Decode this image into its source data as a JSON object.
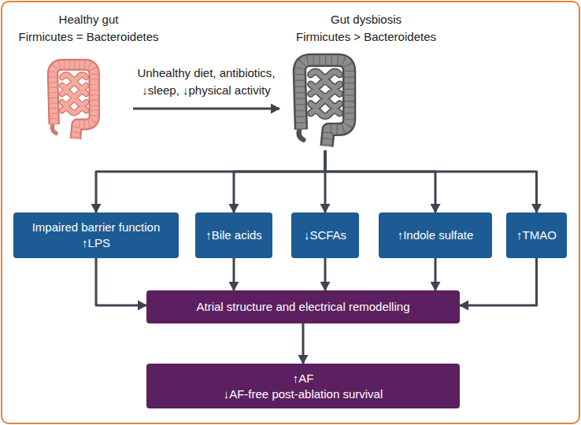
{
  "diagram": {
    "nodes": [
      {
        "text": [
          "Healthy gut",
          "Firmicutes = Bacteroidetes"
        ]
      },
      {
        "text": [
          "Gut dysbiosis",
          "Firmicutes > Bacteroidetes"
        ]
      },
      {
        "text": [
          "Impaired barrier function ↑LPS"
        ]
      },
      {
        "text": [
          "↑Bile acids"
        ]
      },
      {
        "text": [
          "↓SCFAs"
        ]
      },
      {
        "text": [
          "↑Indole sulfate"
        ]
      },
      {
        "text": [
          "↑TMAO"
        ]
      },
      {
        "text": [
          "Atrial structure and electrical remodelling"
        ]
      },
      {
        "text": [
          "↑AF",
          "↓AF-free post-ablation survival"
        ]
      }
    ],
    "edges": [
      {
        "from": 0,
        "to": 1,
        "arrow": "to",
        "label": "Unhealthy diet, antibiotics, ↓sleep, ↓physical activity"
      },
      {
        "from": 1,
        "to": 2,
        "arrow": "to"
      },
      {
        "from": 1,
        "to": 3,
        "arrow": "to"
      },
      {
        "from": 1,
        "to": 4,
        "arrow": "to"
      },
      {
        "from": 1,
        "to": 5,
        "arrow": "to"
      },
      {
        "from": 1,
        "to": 6,
        "arrow": "to"
      },
      {
        "from": 2,
        "to": 7,
        "arrow": "to"
      },
      {
        "from": 3,
        "to": 7,
        "arrow": "to"
      },
      {
        "from": 4,
        "to": 7,
        "arrow": "to"
      },
      {
        "from": 5,
        "to": 7,
        "arrow": "to"
      },
      {
        "from": 6,
        "to": 7,
        "arrow": "to"
      },
      {
        "from": 7,
        "to": 8,
        "arrow": "to"
      }
    ]
  }
}
